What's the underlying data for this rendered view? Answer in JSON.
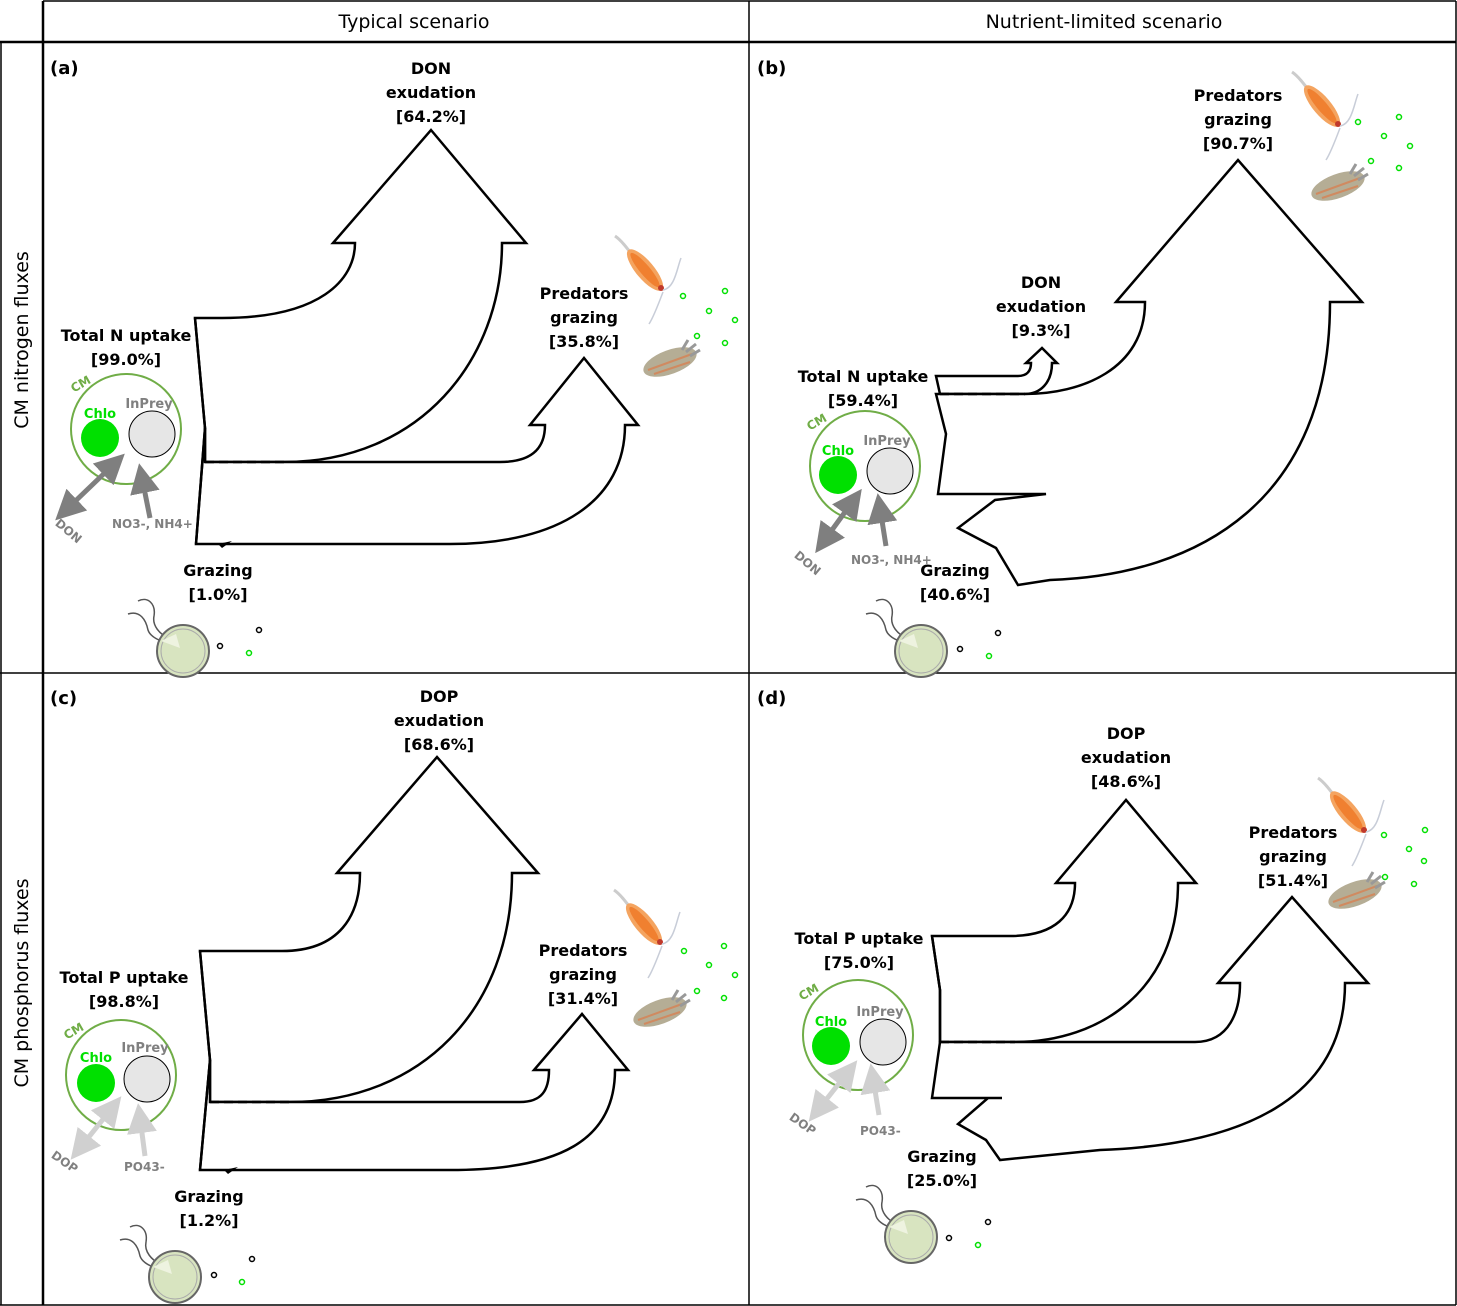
{
  "columns": [
    "Typical scenario",
    "Nutrient-limited scenario"
  ],
  "rows": [
    "CM nitrogen fluxes",
    "CM phosphorus fluxes"
  ],
  "colors": {
    "cm_ring": "#70ad47",
    "chlo": "#00e000",
    "inprey_fill": "#e6e6e6",
    "nitrogen_arrows": "#7f7f7f",
    "phosphorus_arrows": "#d0d0d0",
    "green_dots": "#00e000"
  },
  "panels": {
    "a": {
      "label": "(a)",
      "uptake": {
        "title": "Total N uptake",
        "value": "[99.0%]"
      },
      "exudation": {
        "line1": "DON",
        "line2": "exudation",
        "value": "[64.2%]"
      },
      "predators": {
        "line1": "Predators",
        "line2": "grazing",
        "value": "[35.8%]"
      },
      "grazing": {
        "title": "Grazing",
        "value": "[1.0%]"
      },
      "cell": {
        "cm": "CM",
        "chlo": "Chlo",
        "inprey": "InPrey",
        "out": "DON",
        "in": "NO3-, NH4+"
      }
    },
    "b": {
      "label": "(b)",
      "uptake": {
        "title": "Total N uptake",
        "value": "[59.4%]"
      },
      "exudation": {
        "line1": "DON",
        "line2": "exudation",
        "value": "[9.3%]"
      },
      "predators": {
        "line1": "Predators",
        "line2": "grazing",
        "value": "[90.7%]"
      },
      "grazing": {
        "title": "Grazing",
        "value": "[40.6%]"
      },
      "cell": {
        "cm": "CM",
        "chlo": "Chlo",
        "inprey": "InPrey",
        "out": "DON",
        "in": "NO3-, NH4+"
      }
    },
    "c": {
      "label": "(c)",
      "uptake": {
        "title": "Total P uptake",
        "value": "[98.8%]"
      },
      "exudation": {
        "line1": "DOP",
        "line2": "exudation",
        "value": "[68.6%]"
      },
      "predators": {
        "line1": "Predators",
        "line2": "grazing",
        "value": "[31.4%]"
      },
      "grazing": {
        "title": "Grazing",
        "value": "[1.2%]"
      },
      "cell": {
        "cm": "CM",
        "chlo": "Chlo",
        "inprey": "InPrey",
        "out": "DOP",
        "in": "PO43-"
      }
    },
    "d": {
      "label": "(d)",
      "uptake": {
        "title": "Total P uptake",
        "value": "[75.0%]"
      },
      "exudation": {
        "line1": "DOP",
        "line2": "exudation",
        "value": "[48.6%]"
      },
      "predators": {
        "line1": "Predators",
        "line2": "grazing",
        "value": "[51.4%]"
      },
      "grazing": {
        "title": "Grazing",
        "value": "[25.0%]"
      },
      "cell": {
        "cm": "CM",
        "chlo": "Chlo",
        "inprey": "InPrey",
        "out": "DOP",
        "in": "PO43-"
      }
    }
  }
}
